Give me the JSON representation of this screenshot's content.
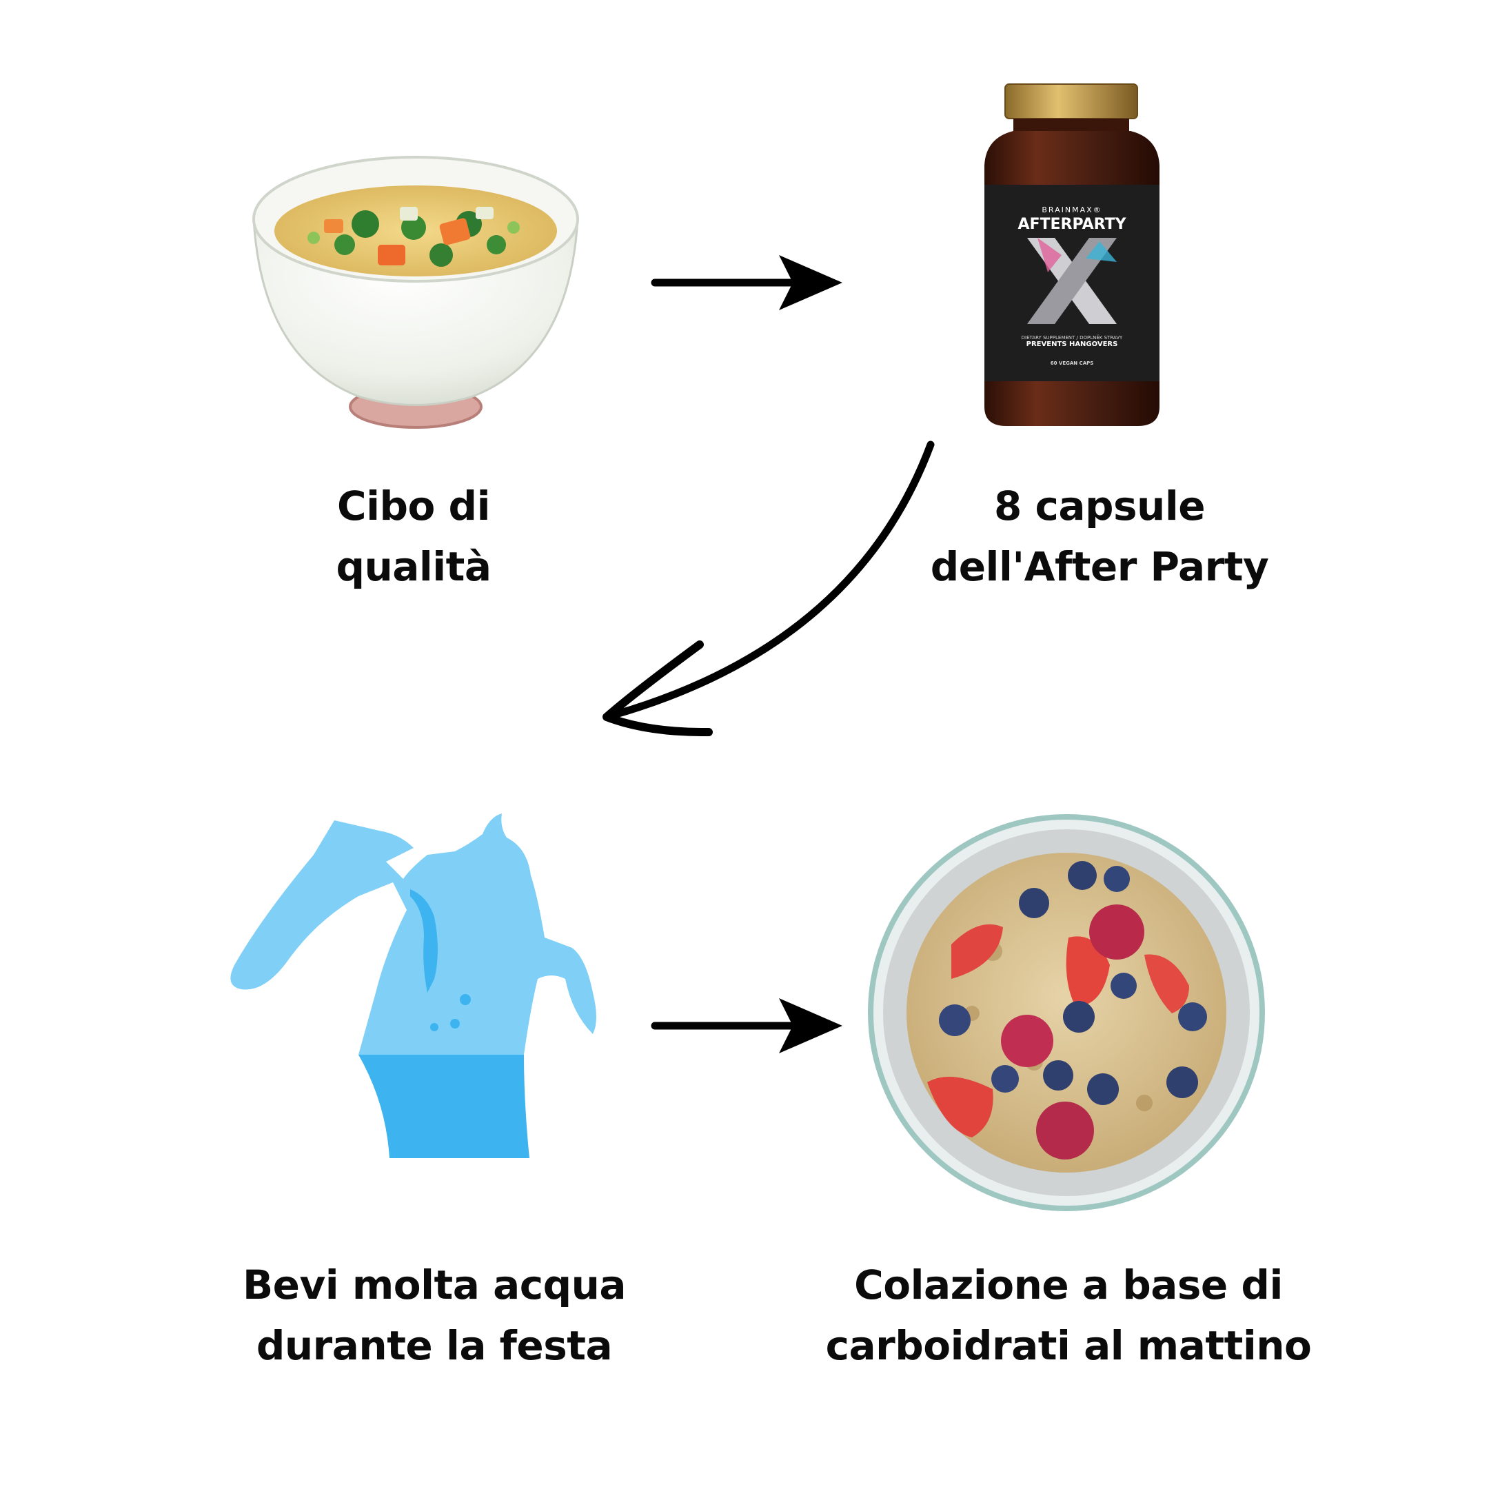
{
  "steps": [
    {
      "lines": [
        "Cibo di",
        "qualità"
      ],
      "image_icon": "soup-bowl-icon"
    },
    {
      "lines": [
        "8 capsule",
        "dell'After Party"
      ],
      "image_icon": "supplement-bottle-icon"
    },
    {
      "lines": [
        "Bevi molta acqua",
        "durante la festa"
      ],
      "image_icon": "drinking-water-icon"
    },
    {
      "lines": [
        "Colazione a base di",
        "carboidrati al mattino"
      ],
      "image_icon": "oatmeal-berries-icon"
    }
  ],
  "bottle_label": {
    "brand": "BRAINMAX®",
    "product": "AFTERPARTY",
    "subtitle": "DIETARY SUPPLEMENT / DOPLNĚK STRAVY",
    "claim": "PREVENTS HANGOVERS",
    "count": "60 VEGAN CAPS"
  },
  "colors": {
    "text": "#0b0b0b",
    "water_light": "#7fcff7",
    "water_dark": "#3db4ef",
    "bottle": "#4a1f12",
    "cap": "#c9a450"
  }
}
